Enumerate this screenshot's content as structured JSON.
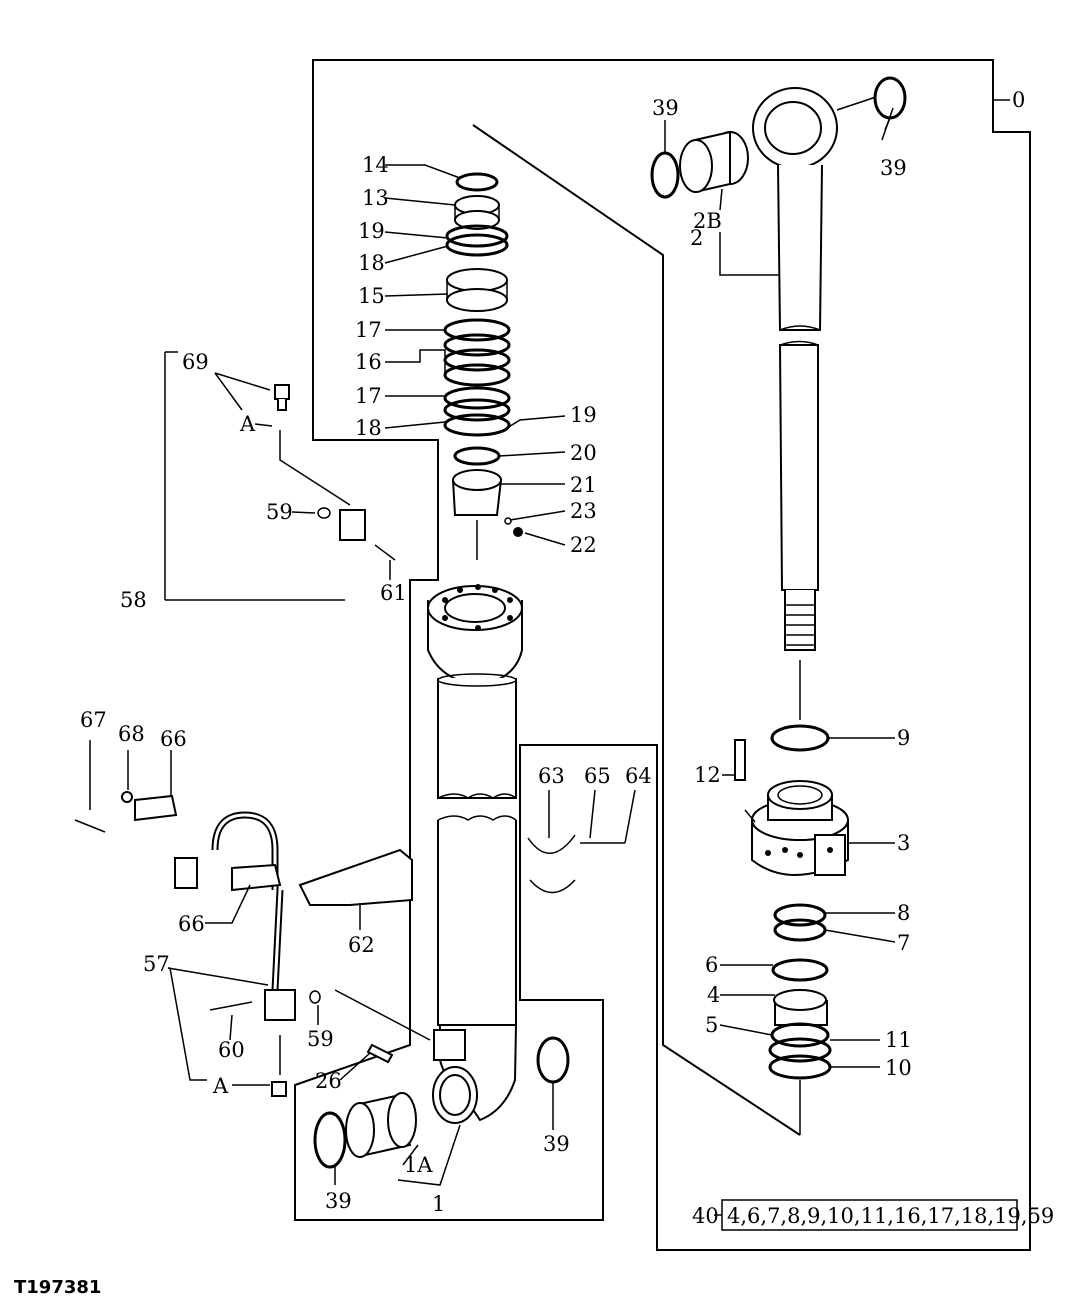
{
  "figure_id": "T197381",
  "kit": {
    "number": "40",
    "contents": "4,6,7,8,9,10,11,16,17,18,19,59"
  },
  "callouts": {
    "c0": "0",
    "c1": "1",
    "c1A": "1A",
    "c2": "2",
    "c2B": "2B",
    "c3": "3",
    "c4": "4",
    "c5": "5",
    "c6": "6",
    "c7": "7",
    "c8": "8",
    "c9": "9",
    "c10": "10",
    "c11": "11",
    "c12": "12",
    "c13": "13",
    "c14": "14",
    "c15": "15",
    "c16": "16",
    "c17a": "17",
    "c17b": "17",
    "c18a": "18",
    "c18b": "18",
    "c19a": "19",
    "c19b": "19",
    "c20": "20",
    "c21": "21",
    "c22": "22",
    "c23": "23",
    "c26": "26",
    "c39a": "39",
    "c39b": "39",
    "c39c": "39",
    "c39d": "39",
    "c57": "57",
    "c58": "58",
    "c59a": "59",
    "c59b": "59",
    "c60": "60",
    "c61": "61",
    "c62": "62",
    "c63": "63",
    "c64": "64",
    "c65": "65",
    "c66a": "66",
    "c66b": "66",
    "c67": "67",
    "c68": "68",
    "c69": "69",
    "cAa": "A",
    "cAb": "A"
  }
}
